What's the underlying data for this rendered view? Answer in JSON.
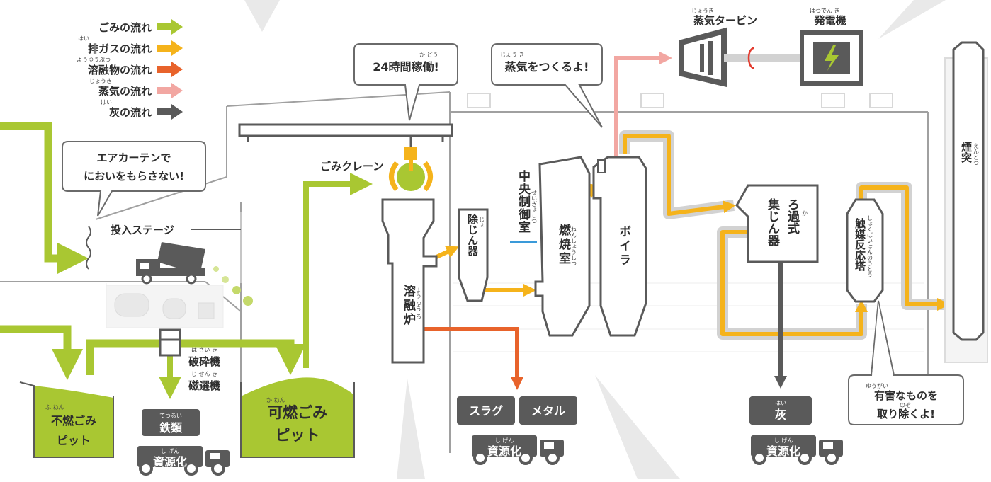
{
  "colors": {
    "waste": "#a9c732",
    "exhaust": "#f5b31b",
    "molten": "#e8632b",
    "steam": "#f2a7a2",
    "ash": "#5a5a5a",
    "accent_line": "#3a9ad9",
    "rotor": "#e33b2e",
    "bolt": "#a9c732"
  },
  "legend": [
    {
      "label": "ごみの流れ",
      "ruby": "",
      "color": "#a9c732"
    },
    {
      "label": "排ガスの流れ",
      "ruby": "はい",
      "color": "#f5b31b"
    },
    {
      "label": "溶融物の流れ",
      "ruby": "ようゆうぶつ",
      "color": "#e8632b"
    },
    {
      "label": "蒸気の流れ",
      "ruby": "じょうき",
      "color": "#f2a7a2"
    },
    {
      "label": "灰の流れ",
      "ruby": "はい",
      "color": "#5a5a5a"
    }
  ],
  "bubbles": {
    "air_curtain": [
      "エアカーテンで",
      "においをもらさない!"
    ],
    "operation": {
      "text": "24時間稼働!",
      "ruby": "か どう"
    },
    "steam": {
      "text": "蒸気をつくるよ!",
      "ruby": "じょう き"
    },
    "harmful": {
      "lines": [
        "有害なものを",
        "取り除くよ!"
      ],
      "ruby1": "ゆうがい",
      "ruby2": "のぞ"
    }
  },
  "labels": {
    "stage": "投入ステージ",
    "crane": "ごみクレーン",
    "turbine": {
      "text": "蒸気タービン",
      "ruby": "じょうき"
    },
    "generator": {
      "text": "発電機",
      "ruby": "はつでん き"
    },
    "control_room": {
      "text": "中央制御室",
      "ruby": "せいぎょしつ"
    },
    "melting_furnace": {
      "text": "溶融炉",
      "ruby": "よう ゆう ろ"
    },
    "dust_remover": {
      "text": "除じん器",
      "ruby": "じょ"
    },
    "combustion_chamber": {
      "text": "燃焼室",
      "ruby": "ねんしょうしつ"
    },
    "boiler": "ボイラ",
    "filter": {
      "text1": "ろ過式",
      "text2": "集じん器",
      "ruby": "か"
    },
    "catalyst": {
      "text": "触媒反応塔",
      "ruby": "しょくばいはんのうとう"
    },
    "chimney": {
      "text": "煙突",
      "ruby": "えんとつ"
    },
    "crusher": {
      "text": "破砕機",
      "ruby": "は さい き"
    },
    "separator": {
      "text": "磁選機",
      "ruby": "じ せん き"
    },
    "nonburnable_pit": {
      "line1": "不燃ごみ",
      "line2": "ピット",
      "ruby": "ふ ねん"
    },
    "burnable_pit": {
      "line1": "可燃ごみ",
      "line2": "ピット",
      "ruby": "か ねん"
    },
    "iron": {
      "text": "鉄類",
      "ruby": "てつるい"
    },
    "slag": "スラグ",
    "metal": "メタル",
    "ash": {
      "text": "灰",
      "ruby": "はい"
    },
    "recycle": {
      "text": "資源化",
      "ruby": "し げん"
    }
  }
}
